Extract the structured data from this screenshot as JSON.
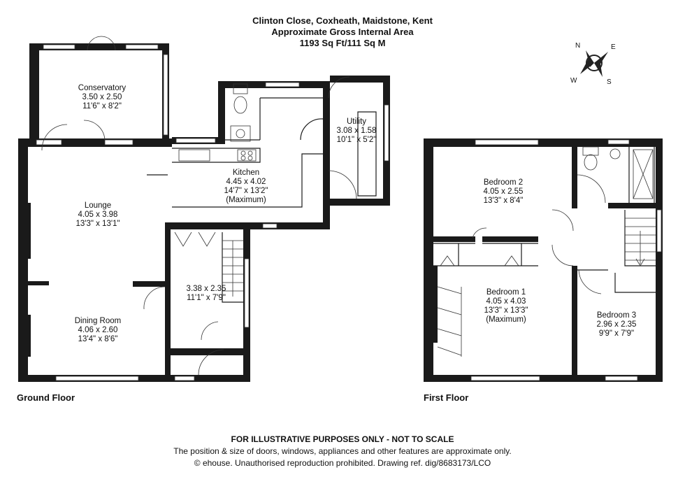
{
  "header": {
    "address": "Clinton Close, Coxheath, Maidstone, Kent",
    "area_title": "Approximate Gross Internal Area",
    "area_value": "1193 Sq Ft/111 Sq M"
  },
  "compass": {
    "n": "N",
    "e": "E",
    "s": "S",
    "w": "W"
  },
  "ground_floor": {
    "label": "Ground Floor",
    "rooms": {
      "conservatory": {
        "name": "Conservatory",
        "metric": "3.50 x 2.50",
        "imperial": "11'6\" x 8'2\""
      },
      "utility": {
        "name": "Utility",
        "metric": "3.08 x 1.58",
        "imperial": "10'1\" x 5'2\""
      },
      "kitchen": {
        "name": "Kitchen",
        "metric": "4.45 x 4.02",
        "imperial": "14'7\" x 13'2\"",
        "note": "(Maximum)"
      },
      "lounge": {
        "name": "Lounge",
        "metric": "4.05 x 3.98",
        "imperial": "13'3\" x 13'1\""
      },
      "hall": {
        "metric": "3.38 x 2.35",
        "imperial": "11'1\" x 7'9\""
      },
      "dining": {
        "name": "Dining Room",
        "metric": "4.06 x 2.60",
        "imperial": "13'4\" x 8'6\""
      }
    }
  },
  "first_floor": {
    "label": "First Floor",
    "rooms": {
      "bedroom2": {
        "name": "Bedroom 2",
        "metric": "4.05 x 2.55",
        "imperial": "13'3\" x 8'4\""
      },
      "bedroom1": {
        "name": "Bedroom 1",
        "metric": "4.05 x 4.03",
        "imperial": "13'3\" x 13'3\"",
        "note": "(Maximum)"
      },
      "bedroom3": {
        "name": "Bedroom 3",
        "metric": "2.96 x 2.35",
        "imperial": "9'9\" x 7'9\""
      }
    }
  },
  "footer": {
    "disclaimer": "FOR ILLUSTRATIVE PURPOSES ONLY - NOT TO SCALE",
    "note": "The position & size of doors, windows, appliances and other features are approximate only.",
    "copyright": "© ehouse. Unauthorised reproduction prohibited. Drawing ref. dig/8683173/LCO"
  }
}
